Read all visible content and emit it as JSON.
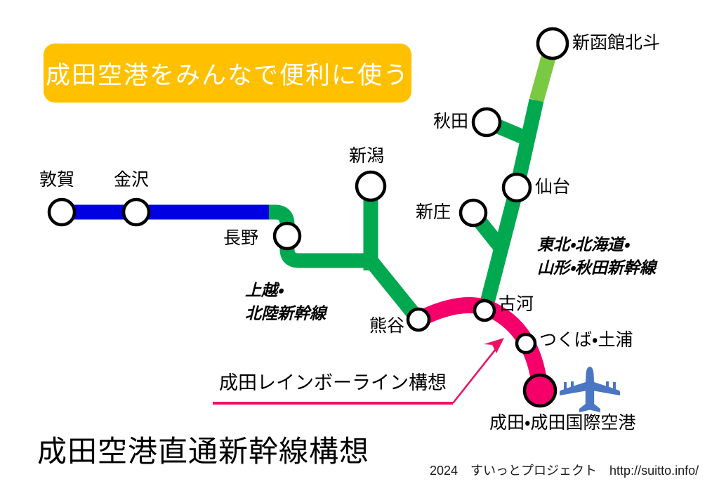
{
  "banner": {
    "text": "成田空港をみんなで便利に使う",
    "background_color": "#ffc000",
    "text_color": "#ffffff"
  },
  "main_title": "成田空港直通新幹線構想",
  "footer": "2024　すいっとプロジェクト　http://suitto.info/",
  "concept_annotation": {
    "text": "成田レインボーライン構想",
    "underline_color": "#ee1166",
    "arrow_color": "#ee1166"
  },
  "colors": {
    "hokuriku_blue": "#0000e1",
    "joetsu_green": "#00a850",
    "tohoku_green": "#00a850",
    "hokkaido_light_green": "#7ac943",
    "rainbow_pink": "#f5006a",
    "airplane_blue": "#4a76c4",
    "station_stroke": "#000000",
    "station_fill": "#ffffff"
  },
  "lines": [
    {
      "id": "joetsu-hokuriku",
      "label": "上越・\n北陸新幹線",
      "label_line1": "上越・",
      "label_line2": "北陸新幹線",
      "color": "#00a850"
    },
    {
      "id": "tohoku-hokkaido-yamagata-akita",
      "label": "東北・北海道・\n山形・秋田新幹線",
      "label_line1": "東北・北海道・",
      "label_line2": "山形・秋田新幹線",
      "color": "#00a850"
    },
    {
      "id": "narita-rainbow-line",
      "label": "成田レインボーライン構想",
      "color": "#f5006a"
    }
  ],
  "stations": [
    {
      "id": "tsuruga",
      "name": "敦賀",
      "type": "terminus",
      "line": "hokuriku"
    },
    {
      "id": "kanazawa",
      "name": "金沢",
      "type": "stop",
      "line": "hokuriku"
    },
    {
      "id": "nagano",
      "name": "長野",
      "type": "stop",
      "line": "hokuriku"
    },
    {
      "id": "niigata",
      "name": "新潟",
      "type": "terminus",
      "line": "joetsu"
    },
    {
      "id": "kumagaya",
      "name": "熊谷",
      "type": "stop",
      "line": "joetsu"
    },
    {
      "id": "shin-hakodate",
      "name": "新函館北斗",
      "type": "terminus",
      "line": "hokkaido"
    },
    {
      "id": "akita",
      "name": "秋田",
      "type": "terminus",
      "line": "akita"
    },
    {
      "id": "shinjo",
      "name": "新庄",
      "type": "terminus",
      "line": "yamagata"
    },
    {
      "id": "sendai",
      "name": "仙台",
      "type": "stop",
      "line": "tohoku"
    },
    {
      "id": "koga",
      "name": "古河",
      "type": "stop",
      "line": "rainbow"
    },
    {
      "id": "tsukuba",
      "name": "つくば・土浦",
      "type": "stop",
      "line": "rainbow"
    },
    {
      "id": "narita",
      "name": "成田・成田国際空港",
      "type": "terminus-major",
      "line": "rainbow"
    }
  ],
  "icons": {
    "airplane": "airplane-icon"
  }
}
